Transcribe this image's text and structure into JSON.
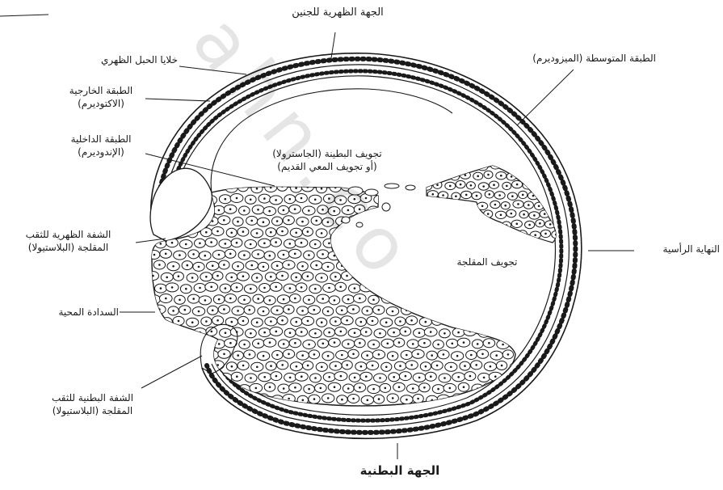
{
  "labels": {
    "dorsal_side": "الجهة الظهرية للجنين",
    "notochord_cells": "خلايا الحبل الظهري",
    "ectoderm_line1": "الطبقة الخارجية",
    "ectoderm_line2": "(الاكتوديرم)",
    "endoderm_line1": "الطبقة الداخلية",
    "endoderm_line2": "(الإندوديرم)",
    "dorsal_lip_line1": "الشفة الظهرية للثقب",
    "dorsal_lip_line2": "المقلجة (البلاستيولا)",
    "yolk_plug": "السدادة المحية",
    "ventral_lip_line1": "الشفة البطنية للثقب",
    "ventral_lip_line2": "المقلجة (البلاستيولا)",
    "ventral_side": "الجهة البطنية",
    "mesoderm": "الطبقة المتوسطة (الميزوديرم)",
    "gastrocoel_line1": "تجويف البطينة (الجاسترولا)",
    "gastrocoel_line2": "(أو تجويف المعي القديم)",
    "anterior_end": "النهاية الرأسية",
    "blastocoel": "تجويف المقلجة"
  },
  "watermark": "ahn.co",
  "colors": {
    "ink": "#1a1a1a",
    "cell_fill": "#ffffff",
    "background": "#ffffff"
  }
}
